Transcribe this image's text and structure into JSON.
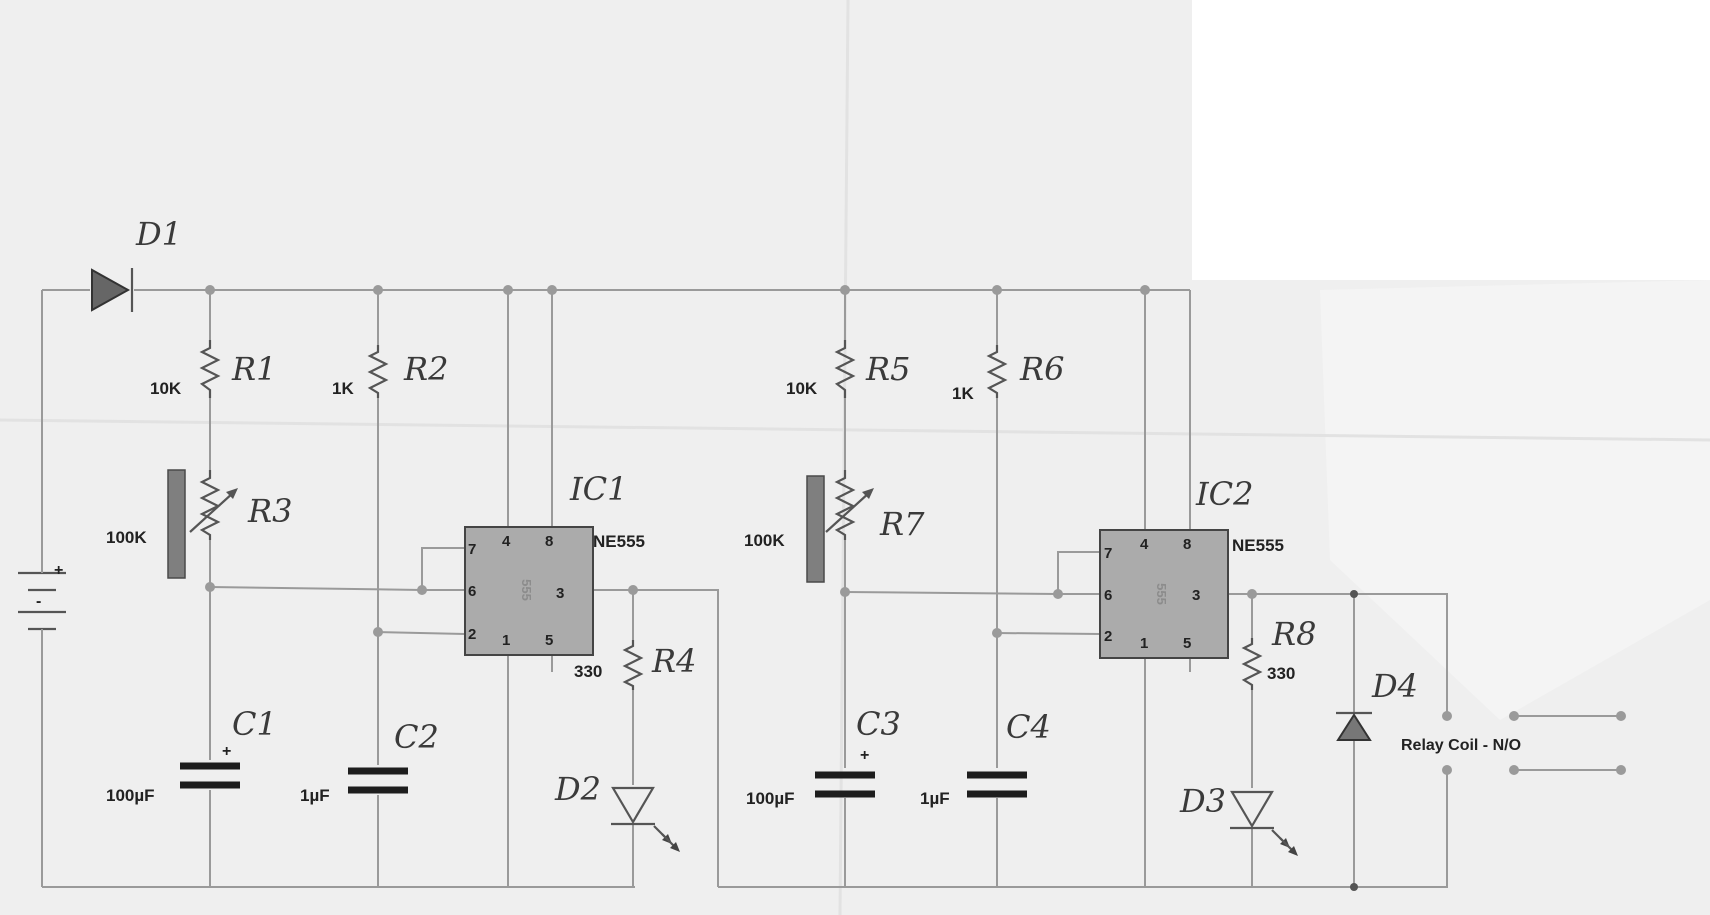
{
  "circuit": {
    "diode_main": "D1",
    "stage1": {
      "r1": {
        "ref": "R1",
        "value": "10K"
      },
      "r2": {
        "ref": "R2",
        "value": "1K"
      },
      "r3": {
        "ref": "R3",
        "value": "100K"
      },
      "r4": {
        "ref": "R4",
        "value": "330"
      },
      "c1": {
        "ref": "C1",
        "value": "100µF"
      },
      "c2": {
        "ref": "C2",
        "value": "1µF"
      },
      "ic": {
        "ref": "IC1",
        "part": "NE555",
        "marking": "555"
      },
      "led": "D2"
    },
    "stage2": {
      "r5": {
        "ref": "R5",
        "value": "10K"
      },
      "r6": {
        "ref": "R6",
        "value": "1K"
      },
      "r7": {
        "ref": "R7",
        "value": "100K"
      },
      "r8": {
        "ref": "R8",
        "value": "330"
      },
      "c3": {
        "ref": "C3",
        "value": "100µF"
      },
      "c4": {
        "ref": "C4",
        "value": "1µF"
      },
      "ic": {
        "ref": "IC2",
        "part": "NE555",
        "marking": "555"
      },
      "led": "D3"
    },
    "flyback_diode": "D4",
    "relay_label": "Relay Coil - N/O",
    "pins": {
      "p1": "1",
      "p2": "2",
      "p3": "3",
      "p4": "4",
      "p5": "5",
      "p6": "6",
      "p7": "7",
      "p8": "8"
    },
    "signs": {
      "plus": "+",
      "minus": "-"
    }
  }
}
